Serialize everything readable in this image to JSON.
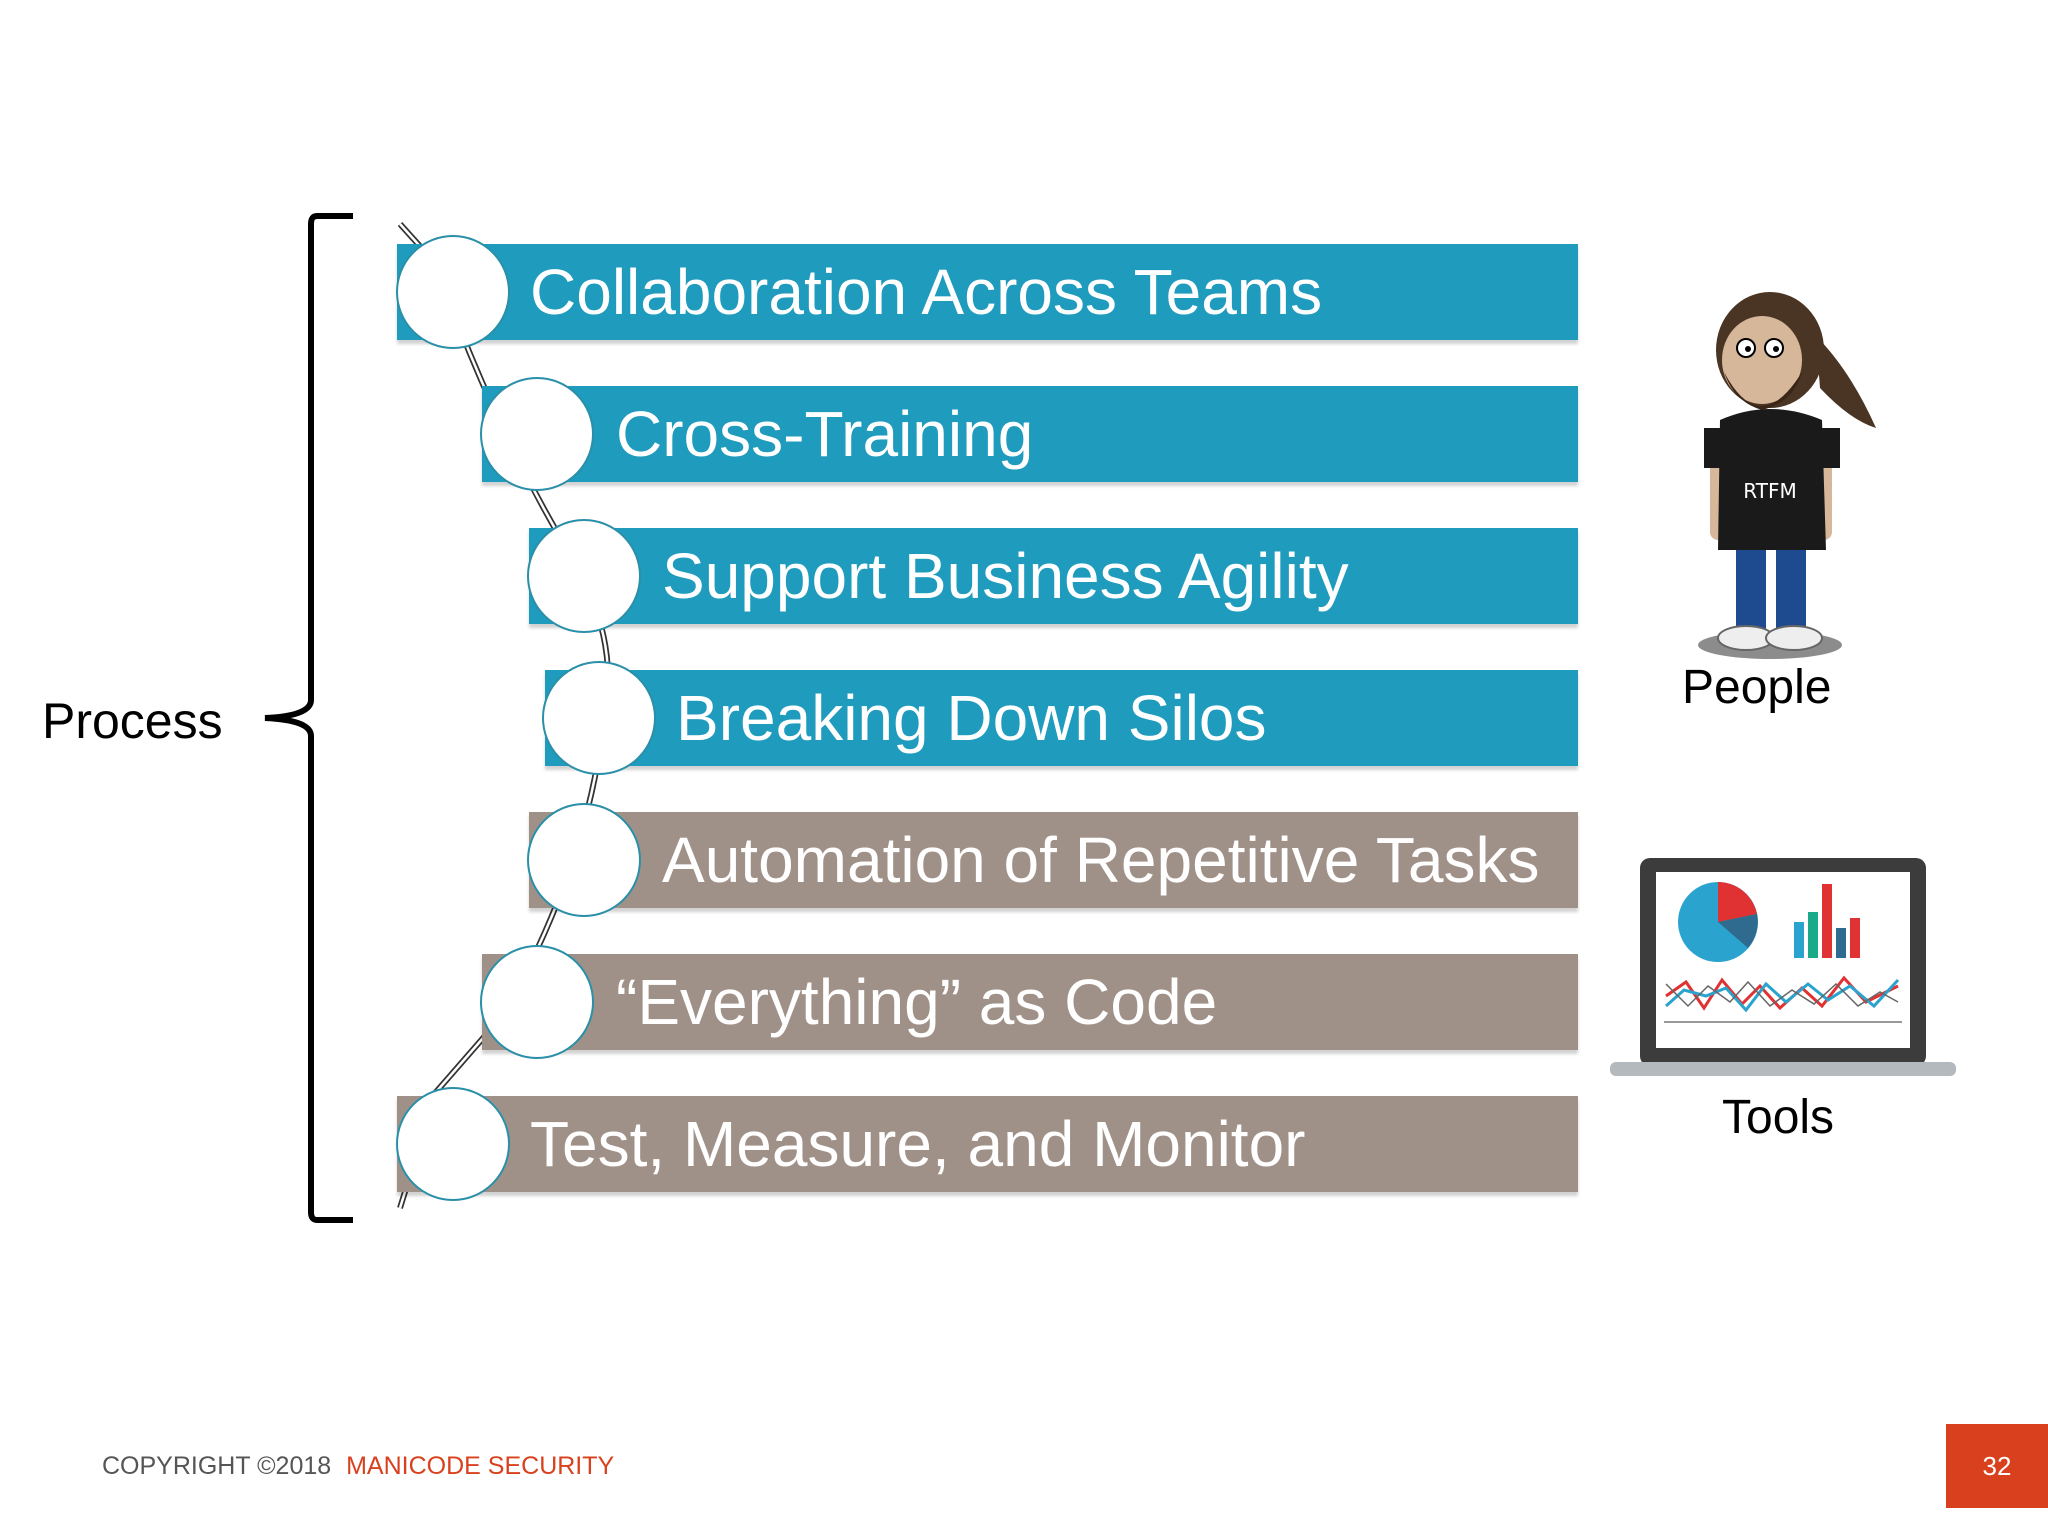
{
  "process_label": "Process",
  "steps": [
    {
      "label": "Collaboration Across Teams",
      "color": "#1f9bbd"
    },
    {
      "label": "Cross-Training",
      "color": "#1f9bbd"
    },
    {
      "label": "Support Business Agility",
      "color": "#1f9bbd"
    },
    {
      "label": "Breaking Down Silos",
      "color": "#1f9bbd"
    },
    {
      "label": "Automation of Repetitive Tasks",
      "color": "#a09188"
    },
    {
      "label": "“Everything” as Code",
      "color": "#a09188"
    },
    {
      "label": "Test, Measure, and Monitor",
      "color": "#a09188"
    }
  ],
  "people": {
    "label": "People",
    "shirt_text": "RTFM"
  },
  "tools": {
    "label": "Tools"
  },
  "footer": {
    "copyright": "COPYRIGHT ©2018",
    "company": "MANICODE SECURITY",
    "page_number": "32"
  },
  "colors": {
    "accent": "#d9411e",
    "teal": "#1f9bbd",
    "taupe": "#a09188"
  }
}
